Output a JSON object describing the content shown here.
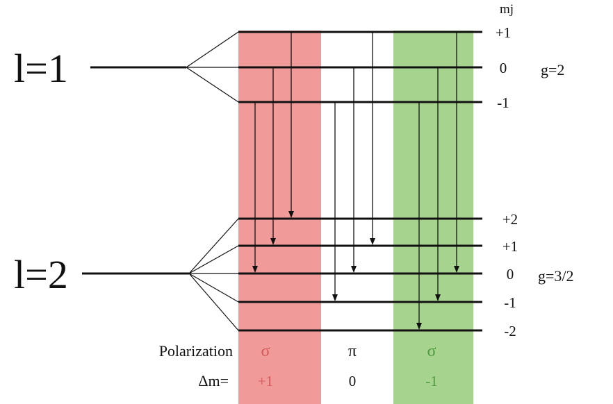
{
  "colors": {
    "sigma_plus_band": "#f09a9a",
    "sigma_minus_band": "#a6d48e",
    "sigma_plus_text": "#d25a5a",
    "sigma_minus_text": "#4f9a3c",
    "line": "#111111"
  },
  "mj_header": "mj",
  "upper": {
    "level_label": "l=1",
    "g_label": "g=2",
    "mj_labels": [
      "+1",
      "0",
      "-1"
    ]
  },
  "lower": {
    "level_label": "l=2",
    "g_label": "g=3/2",
    "mj_labels": [
      "+2",
      "+1",
      "0",
      "-1",
      "-2"
    ]
  },
  "footer": {
    "polarization_label": "Polarization",
    "delta_m_label": "Δm=",
    "columns": [
      {
        "polarization": "σ",
        "delta_m": "+1"
      },
      {
        "polarization": "π",
        "delta_m": "0"
      },
      {
        "polarization": "σ",
        "delta_m": "-1"
      }
    ]
  },
  "transitions": [
    {
      "from_mj": 1,
      "to_mj": 2,
      "group": "sigma_plus"
    },
    {
      "from_mj": 0,
      "to_mj": 1,
      "group": "sigma_plus"
    },
    {
      "from_mj": -1,
      "to_mj": 0,
      "group": "sigma_plus"
    },
    {
      "from_mj": 1,
      "to_mj": 1,
      "group": "pi"
    },
    {
      "from_mj": 0,
      "to_mj": 0,
      "group": "pi"
    },
    {
      "from_mj": -1,
      "to_mj": -1,
      "group": "pi"
    },
    {
      "from_mj": 1,
      "to_mj": 0,
      "group": "sigma_minus"
    },
    {
      "from_mj": 0,
      "to_mj": -1,
      "group": "sigma_minus"
    },
    {
      "from_mj": -1,
      "to_mj": -2,
      "group": "sigma_minus"
    }
  ]
}
